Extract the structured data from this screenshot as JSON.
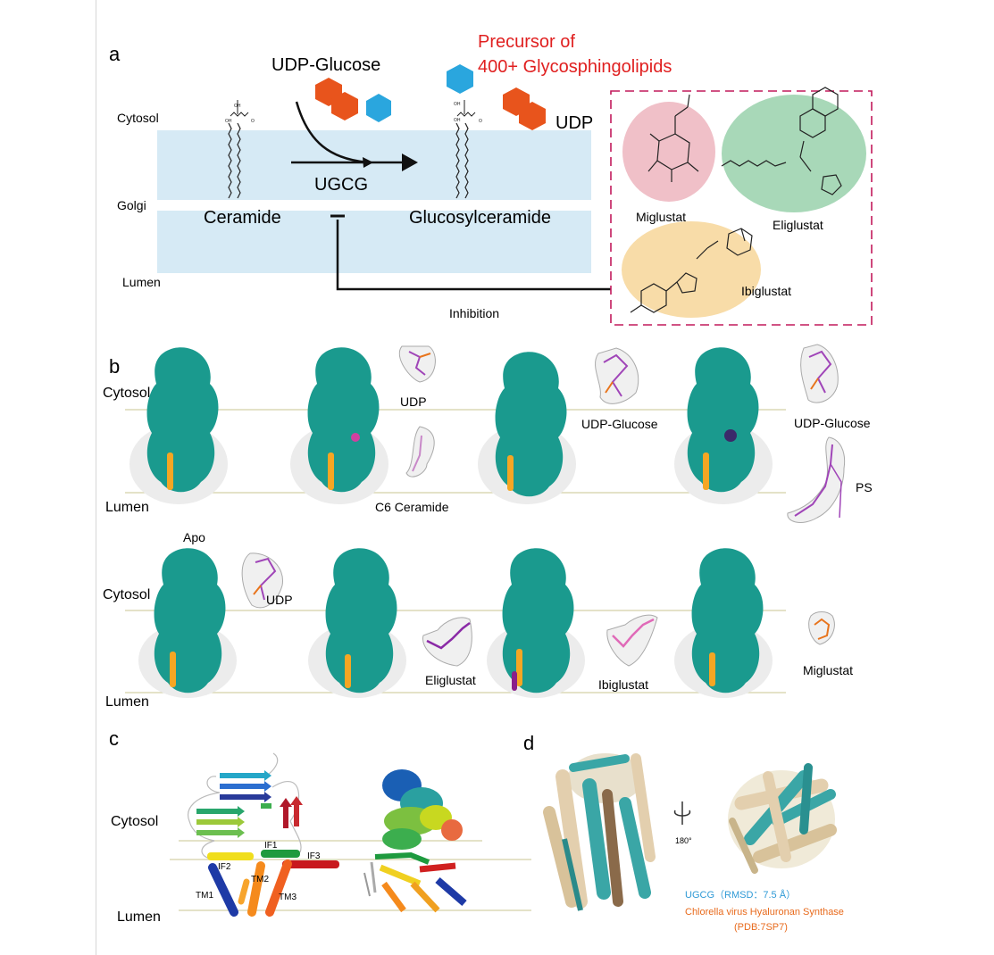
{
  "panel_a": {
    "letter": "a",
    "udp_glucose_label": "UDP-Glucose",
    "precursor_line1": "Precursor of",
    "precursor_line2": "400+ Glycosphingolipids",
    "udp_label": "UDP",
    "cytosol_label": "Cytosol",
    "golgi_label": "Golgi",
    "lumen_label": "Lumen",
    "enzyme_label": "UGCG",
    "ceramide_label": "Ceramide",
    "glucosylceramide_label": "Glucosylceramide",
    "inhibition_label": "Inhibition",
    "inhibitors": [
      "Miglustat",
      "Eliglustat",
      "Ibiglustat"
    ],
    "colors": {
      "membrane": "#d6eaf5",
      "orange": "#e8541c",
      "blue": "#2aa6de",
      "red_text": "#e02020",
      "box": "#c21a5c",
      "miglustat": "#f0c0c8",
      "eliglustat": "#a8d8b8",
      "ibiglustat": "#f8dca8"
    }
  },
  "panel_b": {
    "letter": "b",
    "cytosol_label": "Cytosol",
    "lumen_label": "Lumen",
    "apo_label": "Apo",
    "row1_labels": [
      "UDP",
      "UDP-Glucose",
      "UDP-Glucose",
      "PS",
      "C6 Ceramide"
    ],
    "row2_labels": [
      "UDP",
      "Eliglustat",
      "Ibiglustat",
      "Miglustat"
    ],
    "colors": {
      "density": "#1a9a8e",
      "helix": "#f5a623",
      "ligand": "#a045b8"
    }
  },
  "panel_c": {
    "letter": "c",
    "cytosol_label": "Cytosol",
    "lumen_label": "Lumen",
    "helix_labels": [
      "IF1",
      "IF2",
      "IF3",
      "TM1",
      "TM2",
      "TM3"
    ]
  },
  "panel_d": {
    "letter": "d",
    "rotation_label": "180°",
    "legend_ugcg": "UGCG（RMSD：7.5 Å）",
    "legend_synthase_line1": "Chlorella virus Hyaluronan Synthase",
    "legend_synthase_line2": "(PDB:7SP7)",
    "colors": {
      "ugcg": "#2f9ad6",
      "synthase": "#e86a1c",
      "teal": "#3aa6a6",
      "tan": "#e3cfae"
    }
  }
}
